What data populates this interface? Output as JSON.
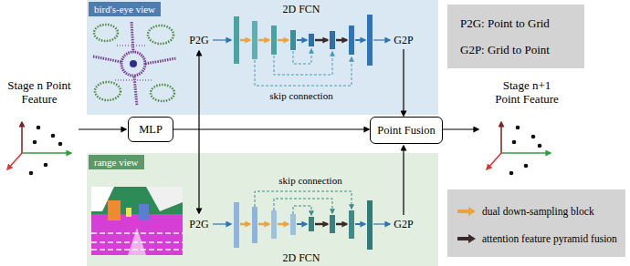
{
  "diagram": {
    "nodes": [
      {
        "text": [
          "bird's-eye view"
        ]
      },
      {
        "text": [
          "P2G: Point to Grid",
          "G2P: Grid to Point"
        ]
      },
      {
        "text": [
          "MLP"
        ]
      },
      {
        "text": [
          "Point Fusion"
        ]
      },
      {
        "text": [
          "range view"
        ]
      }
    ],
    "edges": [
      {
        "from": 2,
        "to": 3,
        "arrow": "to"
      }
    ],
    "labels": [
      "Stage n Point Feature",
      "P2G",
      "2D FCN",
      "skip connection",
      "G2P",
      "Stage n+1 Point Feature",
      "P2G",
      "skip connection",
      "G2P",
      "2D FCN"
    ],
    "legend": [
      {
        "text": "dual down-sampling block"
      },
      {
        "text": "attention feature pyramid fusion"
      }
    ]
  }
}
